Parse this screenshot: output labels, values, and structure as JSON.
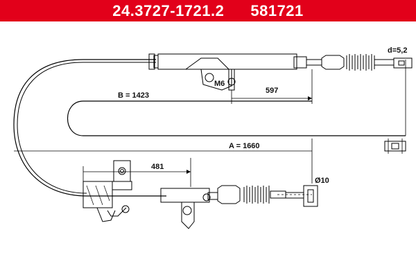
{
  "header": {
    "part_number": "24.3727-1721.2",
    "reference": "581721"
  },
  "dimensions": {
    "a": "A = 1660",
    "b": "B = 1423",
    "d597": "597",
    "d481": "481",
    "diameter": "Ø10",
    "end_d": "d=5,2",
    "thread": "M6"
  },
  "colors": {
    "header_bg": "#e2001a",
    "header_text": "#ffffff",
    "line": "#000000"
  }
}
